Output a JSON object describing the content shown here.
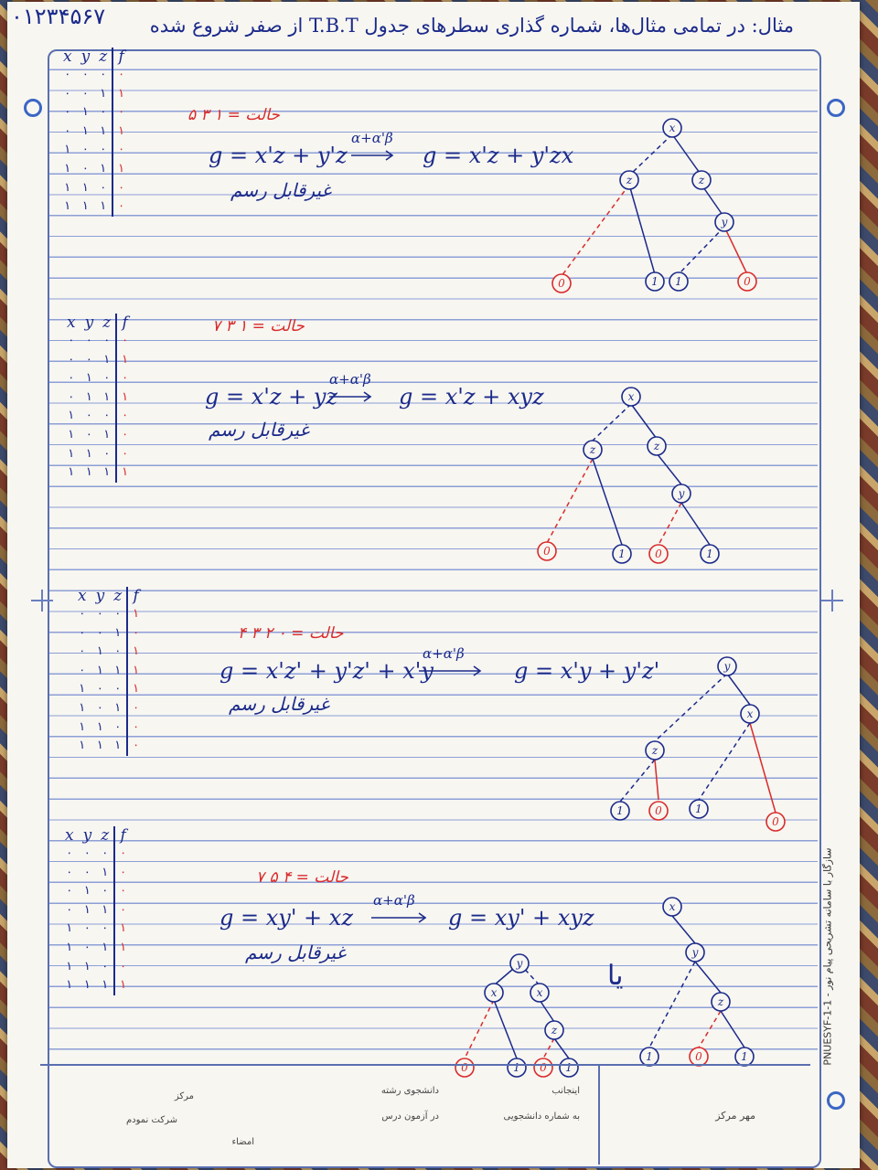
{
  "top_numbers": "۰۱۲۳۴۵۶۷",
  "header": "مثال: در تمامی مثال‌ها، شماره گذاری سطرهای جدول T.B.T از صفر شروع شده",
  "truth_header": [
    "x",
    "y",
    "z",
    "f"
  ],
  "examples": [
    {
      "cases": "حالت = ۱ ۳ ۵",
      "rows": [
        [
          "۰",
          "۰",
          "۰",
          "۰"
        ],
        [
          "۰",
          "۰",
          "۱",
          "۱"
        ],
        [
          "۰",
          "۱",
          "۰",
          "۰"
        ],
        [
          "۰",
          "۱",
          "۱",
          "۱"
        ],
        [
          "۱",
          "۰",
          "۰",
          "۰"
        ],
        [
          "۱",
          "۰",
          "۱",
          "۱"
        ],
        [
          "۱",
          "۱",
          "۰",
          "۰"
        ],
        [
          "۱",
          "۱",
          "۱",
          "۰"
        ]
      ],
      "eq_left": "g = x'z + y'z",
      "transform": "α+α'β",
      "eq_right": "g = x'z + y'zx",
      "note": "غیرقابل رسم",
      "tree_labels": [
        "x",
        "z",
        "z",
        "y",
        "0",
        "1",
        "1",
        "0"
      ]
    },
    {
      "cases": "حالت = ۱ ۳ ۷",
      "rows": [
        [
          "۰",
          "۰",
          "۰",
          "۰"
        ],
        [
          "۰",
          "۰",
          "۱",
          "۱"
        ],
        [
          "۰",
          "۱",
          "۰",
          "۰"
        ],
        [
          "۰",
          "۱",
          "۱",
          "۱"
        ],
        [
          "۱",
          "۰",
          "۰",
          "۰"
        ],
        [
          "۱",
          "۰",
          "۱",
          "۰"
        ],
        [
          "۱",
          "۱",
          "۰",
          "۰"
        ],
        [
          "۱",
          "۱",
          "۱",
          "۱"
        ]
      ],
      "eq_left": "g = x'z + yz",
      "transform": "α+α'β",
      "eq_right": "g = x'z + xyz",
      "note": "غیرقابل رسم",
      "tree_labels": [
        "x",
        "z",
        "z",
        "y",
        "0",
        "1",
        "0",
        "1"
      ]
    },
    {
      "cases": "حالت = ۰ ۲ ۳ ۴",
      "rows": [
        [
          "۰",
          "۰",
          "۰",
          "۱"
        ],
        [
          "۰",
          "۰",
          "۱",
          "۰"
        ],
        [
          "۰",
          "۱",
          "۰",
          "۱"
        ],
        [
          "۰",
          "۱",
          "۱",
          "۱"
        ],
        [
          "۱",
          "۰",
          "۰",
          "۱"
        ],
        [
          "۱",
          "۰",
          "۱",
          "۰"
        ],
        [
          "۱",
          "۱",
          "۰",
          "۰"
        ],
        [
          "۱",
          "۱",
          "۱",
          "۰"
        ]
      ],
      "eq_left": "g = x'z' + y'z' + x'y",
      "transform": "α+α'β",
      "eq_right": "g = x'y + y'z'",
      "note": "غیرقابل رسم",
      "tree_labels": [
        "y",
        "x",
        "z",
        "1",
        "0",
        "1",
        "0"
      ]
    },
    {
      "cases": "حالت = ۴ ۵ ۷",
      "rows": [
        [
          "۰",
          "۰",
          "۰",
          "۰"
        ],
        [
          "۰",
          "۰",
          "۱",
          "۰"
        ],
        [
          "۰",
          "۱",
          "۰",
          "۰"
        ],
        [
          "۰",
          "۱",
          "۱",
          "۰"
        ],
        [
          "۱",
          "۰",
          "۰",
          "۱"
        ],
        [
          "۱",
          "۰",
          "۱",
          "۱"
        ],
        [
          "۱",
          "۱",
          "۰",
          "۰"
        ],
        [
          "۱",
          "۱",
          "۱",
          "۱"
        ]
      ],
      "eq_left": "g = xy' + xz",
      "transform": "α+α'β",
      "eq_right": "g = xy' + xyz",
      "note": "غیرقابل رسم",
      "or_label": "یا",
      "tree_labels": [
        "y",
        "x",
        "x",
        "z",
        "0",
        "1",
        "0",
        "1"
      ],
      "tree2_labels": [
        "x",
        "y",
        "z",
        "1",
        "0",
        "1"
      ]
    }
  ],
  "footer": {
    "applicant": "اینجانب",
    "student_field": "دانشجوی رشته",
    "center": "مرکز",
    "student_number": "به شماره دانشجویی",
    "exam": "در آزمون درس",
    "participated": "شرکت نمودم",
    "signature": "امضاء",
    "center_stamp": "مهر مرکز"
  },
  "side_code": "PNUESYF-1-1 - سازگار با سامانه تشریحی پیام نور",
  "colors": {
    "ink": "#1b2a8a",
    "red": "#d92b2b",
    "rule": "#8d9fd6"
  }
}
